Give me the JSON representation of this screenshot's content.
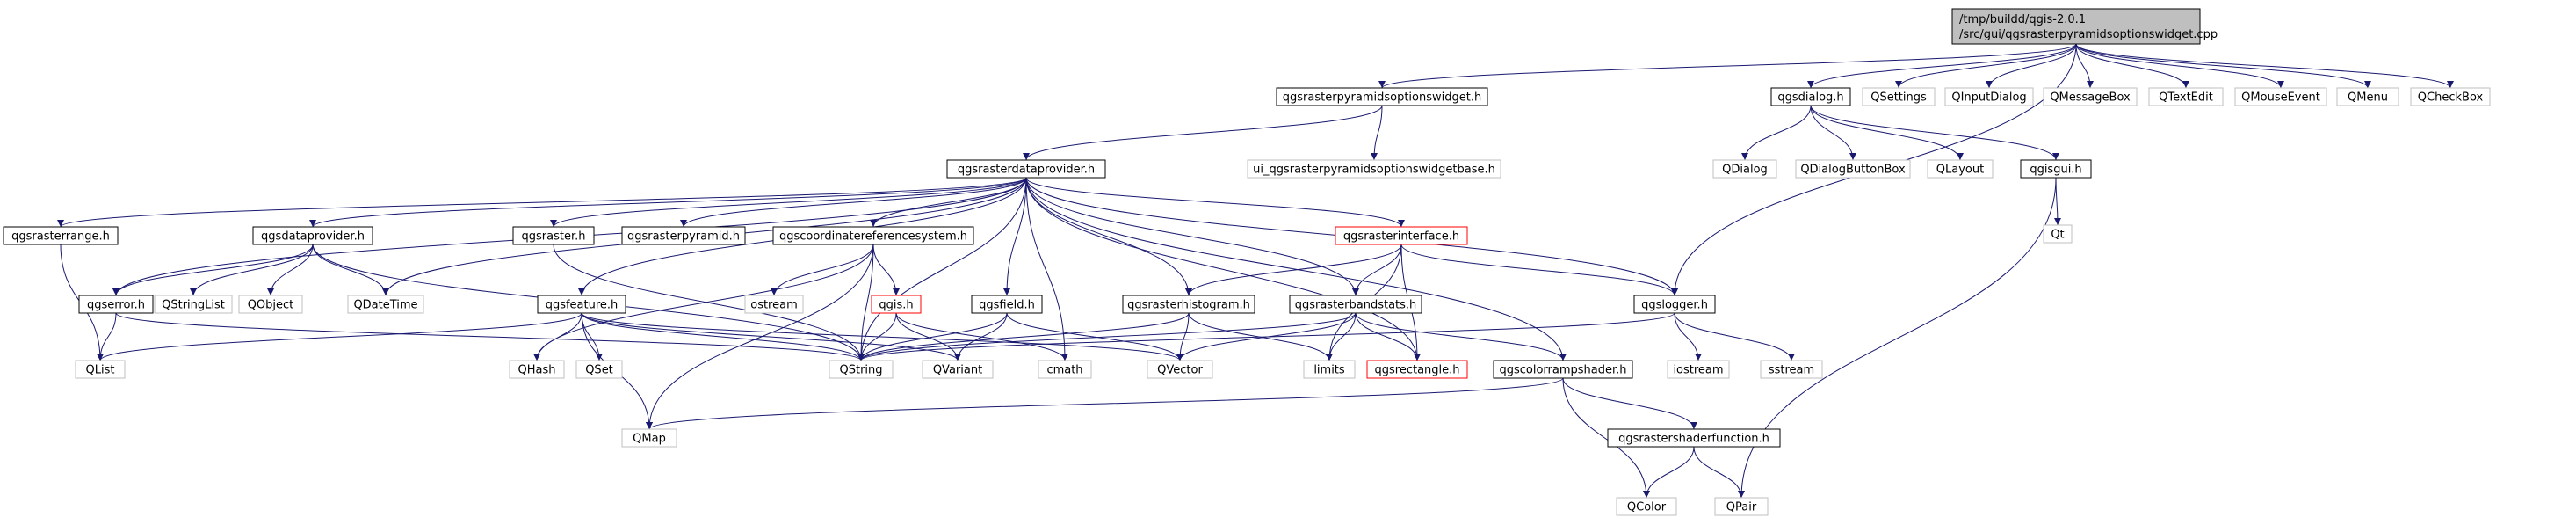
{
  "diagram": {
    "colors": {
      "edge": "#191970",
      "internal_border": "#000000",
      "external_border": "#bfbfbf",
      "missing_border": "#ff0000",
      "root_fill": "#bfbfbf",
      "node_fill": "#ffffff"
    },
    "root": {
      "id": "root",
      "lines": [
        "/tmp/buildd/qgis-2.0.1",
        "/src/gui/qgsrasterpyramidsoptionswidget.cpp"
      ]
    },
    "nodes": [
      {
        "id": "qgsrasterpyramidsoptionswidget_h",
        "label": "qgsrasterpyramidsoptionswidget.h",
        "kind": "internal"
      },
      {
        "id": "qgsdialog_h",
        "label": "qgsdialog.h",
        "kind": "internal"
      },
      {
        "id": "QSettings",
        "label": "QSettings",
        "kind": "external"
      },
      {
        "id": "QInputDialog",
        "label": "QInputDialog",
        "kind": "external"
      },
      {
        "id": "QMessageBox",
        "label": "QMessageBox",
        "kind": "external"
      },
      {
        "id": "QTextEdit",
        "label": "QTextEdit",
        "kind": "external"
      },
      {
        "id": "QMouseEvent",
        "label": "QMouseEvent",
        "kind": "external"
      },
      {
        "id": "QMenu",
        "label": "QMenu",
        "kind": "external"
      },
      {
        "id": "QCheckBox",
        "label": "QCheckBox",
        "kind": "external"
      },
      {
        "id": "qgsrasterdataprovider_h",
        "label": "qgsrasterdataprovider.h",
        "kind": "internal"
      },
      {
        "id": "ui_qgsrasterpyramidsoptionswidgetbase_h",
        "label": "ui_qgsrasterpyramidsoptionswidgetbase.h",
        "kind": "external"
      },
      {
        "id": "QDialog",
        "label": "QDialog",
        "kind": "external"
      },
      {
        "id": "QDialogButtonBox",
        "label": "QDialogButtonBox",
        "kind": "external"
      },
      {
        "id": "QLayout",
        "label": "QLayout",
        "kind": "external"
      },
      {
        "id": "qgisgui_h",
        "label": "qgisgui.h",
        "kind": "internal"
      },
      {
        "id": "Qt",
        "label": "Qt",
        "kind": "external"
      },
      {
        "id": "qgsrasterrange_h",
        "label": "qgsrasterrange.h",
        "kind": "internal"
      },
      {
        "id": "qgsdataprovider_h",
        "label": "qgsdataprovider.h",
        "kind": "internal"
      },
      {
        "id": "qgsraster_h",
        "label": "qgsraster.h",
        "kind": "internal"
      },
      {
        "id": "qgsrasterpyramid_h",
        "label": "qgsrasterpyramid.h",
        "kind": "internal"
      },
      {
        "id": "qgscoordinatereferencesystem_h",
        "label": "qgscoordinatereferencesystem.h",
        "kind": "internal"
      },
      {
        "id": "qgsrasterinterface_h",
        "label": "qgsrasterinterface.h",
        "kind": "missing"
      },
      {
        "id": "qgserror_h",
        "label": "qgserror.h",
        "kind": "internal"
      },
      {
        "id": "QStringList",
        "label": "QStringList",
        "kind": "external"
      },
      {
        "id": "QObject",
        "label": "QObject",
        "kind": "external"
      },
      {
        "id": "QDateTime",
        "label": "QDateTime",
        "kind": "external"
      },
      {
        "id": "ostream",
        "label": "ostream",
        "kind": "external"
      },
      {
        "id": "qgis_h",
        "label": "qgis.h",
        "kind": "missing"
      },
      {
        "id": "qgsfield_h",
        "label": "qgsfield.h",
        "kind": "internal"
      },
      {
        "id": "qgsrasterhistogram_h",
        "label": "qgsrasterhistogram.h",
        "kind": "internal"
      },
      {
        "id": "qgsrasterbandstats_h",
        "label": "qgsrasterbandstats.h",
        "kind": "internal"
      },
      {
        "id": "qgslogger_h",
        "label": "qgslogger.h",
        "kind": "internal"
      },
      {
        "id": "qgsfeature_h",
        "label": "qgsfeature.h",
        "kind": "internal"
      },
      {
        "id": "QList",
        "label": "QList",
        "kind": "external"
      },
      {
        "id": "QHash",
        "label": "QHash",
        "kind": "external"
      },
      {
        "id": "QSet",
        "label": "QSet",
        "kind": "external"
      },
      {
        "id": "QString",
        "label": "QString",
        "kind": "external"
      },
      {
        "id": "QVariant",
        "label": "QVariant",
        "kind": "external"
      },
      {
        "id": "cmath",
        "label": "cmath",
        "kind": "external"
      },
      {
        "id": "QVector",
        "label": "QVector",
        "kind": "external"
      },
      {
        "id": "limits",
        "label": "limits",
        "kind": "external"
      },
      {
        "id": "qgsrectangle_h",
        "label": "qgsrectangle.h",
        "kind": "missing"
      },
      {
        "id": "iostream",
        "label": "iostream",
        "kind": "external"
      },
      {
        "id": "sstream",
        "label": "sstream",
        "kind": "external"
      },
      {
        "id": "qgscolorrampshader_h",
        "label": "qgscolorrampshader.h",
        "kind": "internal"
      },
      {
        "id": "QMap",
        "label": "QMap",
        "kind": "external"
      },
      {
        "id": "qgsrastershaderfunction_h",
        "label": "qgsrastershaderfunction.h",
        "kind": "internal"
      },
      {
        "id": "QColor",
        "label": "QColor",
        "kind": "external"
      },
      {
        "id": "QPair",
        "label": "QPair",
        "kind": "external"
      }
    ],
    "edges": [
      [
        "root",
        "qgsrasterpyramidsoptionswidget_h"
      ],
      [
        "root",
        "qgsdialog_h"
      ],
      [
        "root",
        "QSettings"
      ],
      [
        "root",
        "QInputDialog"
      ],
      [
        "root",
        "QMessageBox"
      ],
      [
        "root",
        "QTextEdit"
      ],
      [
        "root",
        "QMouseEvent"
      ],
      [
        "root",
        "QMenu"
      ],
      [
        "root",
        "QCheckBox"
      ],
      [
        "root",
        "qgslogger_h"
      ],
      [
        "qgsrasterpyramidsoptionswidget_h",
        "qgsrasterdataprovider_h"
      ],
      [
        "qgsrasterpyramidsoptionswidget_h",
        "ui_qgsrasterpyramidsoptionswidgetbase_h"
      ],
      [
        "qgsdialog_h",
        "QDialog"
      ],
      [
        "qgsdialog_h",
        "QDialogButtonBox"
      ],
      [
        "qgsdialog_h",
        "QLayout"
      ],
      [
        "qgsdialog_h",
        "qgisgui_h"
      ],
      [
        "qgisgui_h",
        "Qt"
      ],
      [
        "qgisgui_h",
        "QPair"
      ],
      [
        "qgsrasterdataprovider_h",
        "qgsrasterrange_h"
      ],
      [
        "qgsrasterdataprovider_h",
        "qgsdataprovider_h"
      ],
      [
        "qgsrasterdataprovider_h",
        "qgsraster_h"
      ],
      [
        "qgsrasterdataprovider_h",
        "qgsrasterpyramid_h"
      ],
      [
        "qgsrasterdataprovider_h",
        "qgscoordinatereferencesystem_h"
      ],
      [
        "qgsrasterdataprovider_h",
        "qgsrasterinterface_h"
      ],
      [
        "qgsrasterdataprovider_h",
        "qgserror_h"
      ],
      [
        "qgsrasterdataprovider_h",
        "QDateTime"
      ],
      [
        "qgsrasterdataprovider_h",
        "qgsfield_h"
      ],
      [
        "qgsrasterdataprovider_h",
        "qgsfeature_h"
      ],
      [
        "qgsrasterdataprovider_h",
        "QString"
      ],
      [
        "qgsrasterdataprovider_h",
        "cmath"
      ],
      [
        "qgsrasterdataprovider_h",
        "qgsrasterhistogram_h"
      ],
      [
        "qgsrasterdataprovider_h",
        "qgsrasterbandstats_h"
      ],
      [
        "qgsrasterdataprovider_h",
        "qgsrectangle_h"
      ],
      [
        "qgsrasterdataprovider_h",
        "qgscolorrampshader_h"
      ],
      [
        "qgsrasterdataprovider_h",
        "qgslogger_h"
      ],
      [
        "qgsrasterrange_h",
        "QList"
      ],
      [
        "qgsdataprovider_h",
        "qgserror_h"
      ],
      [
        "qgsdataprovider_h",
        "QStringList"
      ],
      [
        "qgsdataprovider_h",
        "QObject"
      ],
      [
        "qgsdataprovider_h",
        "QDateTime"
      ],
      [
        "qgsdataprovider_h",
        "QString"
      ],
      [
        "qgserror_h",
        "QList"
      ],
      [
        "qgserror_h",
        "QString"
      ],
      [
        "qgsraster_h",
        "QString"
      ],
      [
        "qgscoordinatereferencesystem_h",
        "ostream"
      ],
      [
        "qgscoordinatereferencesystem_h",
        "qgis_h"
      ],
      [
        "qgscoordinatereferencesystem_h",
        "QString"
      ],
      [
        "qgscoordinatereferencesystem_h",
        "QHash"
      ],
      [
        "qgscoordinatereferencesystem_h",
        "QMap"
      ],
      [
        "qgis_h",
        "QString"
      ],
      [
        "qgis_h",
        "QVariant"
      ],
      [
        "qgis_h",
        "cmath"
      ],
      [
        "qgsfield_h",
        "QString"
      ],
      [
        "qgsfield_h",
        "QVariant"
      ],
      [
        "qgsfield_h",
        "QVector"
      ],
      [
        "qgsfeature_h",
        "QList"
      ],
      [
        "qgsfeature_h",
        "QHash"
      ],
      [
        "qgsfeature_h",
        "QSet"
      ],
      [
        "qgsfeature_h",
        "QString"
      ],
      [
        "qgsfeature_h",
        "QVariant"
      ],
      [
        "qgsfeature_h",
        "QVector"
      ],
      [
        "qgsfeature_h",
        "QMap"
      ],
      [
        "qgsrasterinterface_h",
        "qgsrasterhistogram_h"
      ],
      [
        "qgsrasterinterface_h",
        "qgsrasterbandstats_h"
      ],
      [
        "qgsrasterinterface_h",
        "qgslogger_h"
      ],
      [
        "qgsrasterinterface_h",
        "limits"
      ],
      [
        "qgsrasterinterface_h",
        "qgsrectangle_h"
      ],
      [
        "qgsrasterhistogram_h",
        "QString"
      ],
      [
        "qgsrasterhistogram_h",
        "QVector"
      ],
      [
        "qgsrasterhistogram_h",
        "limits"
      ],
      [
        "qgsrasterbandstats_h",
        "QString"
      ],
      [
        "qgsrasterbandstats_h",
        "QVector"
      ],
      [
        "qgsrasterbandstats_h",
        "limits"
      ],
      [
        "qgsrasterbandstats_h",
        "qgsrectangle_h"
      ],
      [
        "qgsrasterbandstats_h",
        "qgscolorrampshader_h"
      ],
      [
        "qgslogger_h",
        "QString"
      ],
      [
        "qgslogger_h",
        "iostream"
      ],
      [
        "qgslogger_h",
        "sstream"
      ],
      [
        "qgscolorrampshader_h",
        "QMap"
      ],
      [
        "qgscolorrampshader_h",
        "qgsrastershaderfunction_h"
      ],
      [
        "qgscolorrampshader_h",
        "QColor"
      ],
      [
        "qgsrastershaderfunction_h",
        "QColor"
      ],
      [
        "qgsrastershaderfunction_h",
        "QPair"
      ]
    ]
  }
}
